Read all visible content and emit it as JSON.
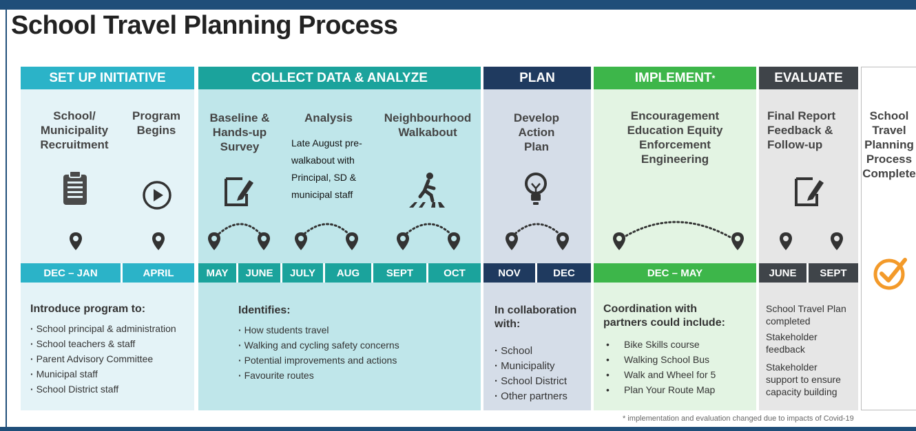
{
  "title": "School Travel Planning Process",
  "colors": {
    "teal": "#2bb3c8",
    "teal_light": "#e4f3f7",
    "teal_dark": "#1ba39c",
    "teal_bg": "#bfe6ea",
    "navy": "#1f3a5f",
    "plan_bg": "#d5dde8",
    "green": "#3db64a",
    "green_bg": "#e3f4e3",
    "gray": "#3f4449",
    "gray_bg": "#e6e6e6",
    "check": "#f39a2a"
  },
  "stages": {
    "setup": {
      "label": "SET UP INITIATIVE",
      "steps": [
        "School/ Municipality Recruitment",
        "Program Begins"
      ],
      "dates": [
        "DEC – JAN",
        "APRIL"
      ],
      "lower_title": "Introduce program to:",
      "bullets": [
        "School principal & administration",
        "School teachers & staff",
        "Parent Advisory Committee",
        "Municipal staff",
        "School District staff"
      ]
    },
    "collect": {
      "label": "COLLECT DATA & ANALYZE",
      "steps": [
        "Baseline & Hands-up Survey",
        "Analysis",
        "Neighbourhood Walkabout"
      ],
      "note": "Late August pre-walkabout with Principal, SD & municipal staff",
      "dates": [
        "MAY",
        "JUNE",
        "JULY",
        "AUG",
        "SEPT",
        "OCT"
      ],
      "lower_title": "Identifies:",
      "bullets": [
        "How students travel",
        "Walking and cycling safety concerns",
        "Potential improvements and actions",
        "Favourite routes"
      ]
    },
    "plan": {
      "label": "PLAN",
      "steps": [
        "Develop Action Plan"
      ],
      "dates": [
        "NOV",
        "DEC"
      ],
      "lower_title": "In collaboration with:",
      "bullets": [
        "School",
        "Municipality",
        "School District",
        "Other partners"
      ]
    },
    "implement": {
      "label": "IMPLEMENT",
      "asterisk": "*",
      "steps": [
        "Encouragement Education Equity Enforcement Engineering"
      ],
      "dates": [
        "DEC – MAY"
      ],
      "lower_title": "Coordination with partners could include:",
      "bullets": [
        "Bike Skills course",
        "Walking School Bus",
        "Walk and Wheel for 5",
        "Plan Your Route Map"
      ]
    },
    "evaluate": {
      "label": "EVALUATE",
      "steps": [
        "Final Report Feedback & Follow-up"
      ],
      "dates": [
        "JUNE",
        "SEPT"
      ],
      "items": [
        "School Travel Plan completed",
        "Stakeholder feedback",
        "Stakeholder support to ensure capacity building"
      ]
    },
    "complete": {
      "text": "School Travel Planning Process Complete"
    }
  },
  "footnote": "* implementation and evaluation changed due to impacts of Covid-19",
  "icons": [
    "clipboard-icon",
    "play-icon",
    "edit-document-icon",
    "pedestrian-crossing-icon",
    "lightbulb-icon",
    "map-pin-icon",
    "checkmark-icon"
  ]
}
